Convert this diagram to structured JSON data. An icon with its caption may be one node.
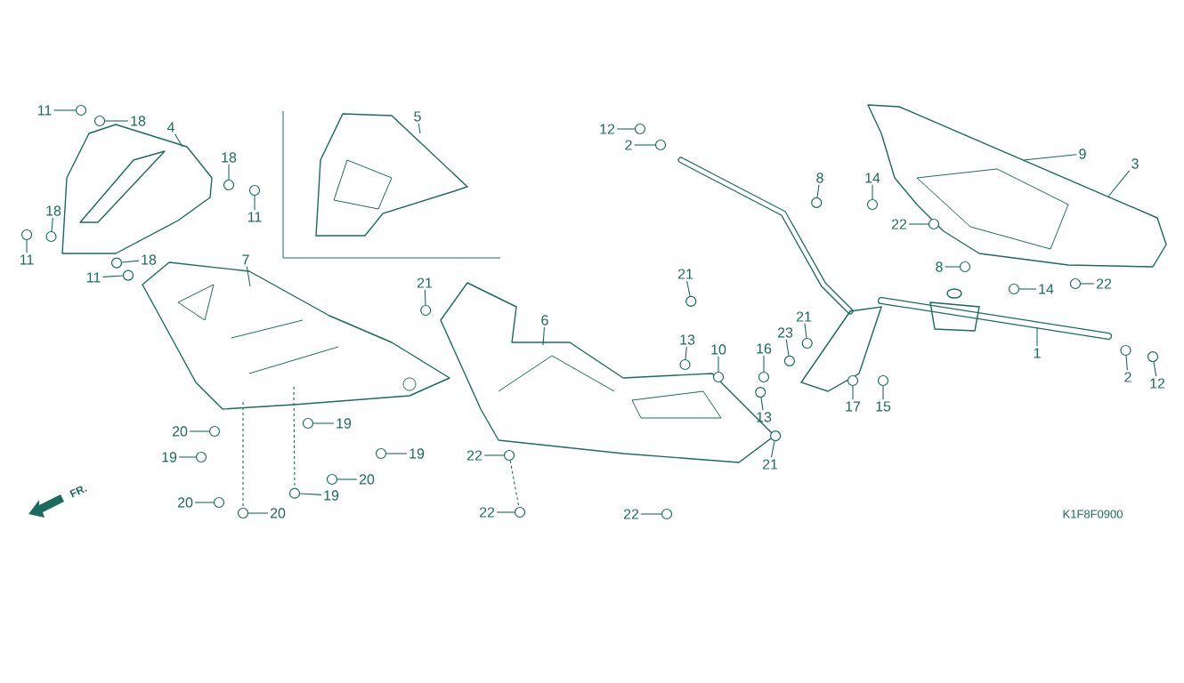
{
  "diagram": {
    "nodes": [
      {
        "text": [
          "11"
        ]
      },
      {
        "text": [
          "18"
        ]
      },
      {
        "text": [
          "4"
        ]
      },
      {
        "text": [
          "18"
        ]
      },
      {
        "text": [
          "11"
        ]
      },
      {
        "text": [
          "18"
        ]
      },
      {
        "text": [
          "11"
        ]
      },
      {
        "text": [
          "18"
        ]
      },
      {
        "text": [
          "11"
        ]
      },
      {
        "text": [
          "5"
        ]
      },
      {
        "text": [
          "7"
        ]
      },
      {
        "text": [
          "12"
        ]
      },
      {
        "text": [
          "2"
        ]
      },
      {
        "text": [
          "8"
        ]
      },
      {
        "text": [
          "14"
        ]
      },
      {
        "text": [
          "9"
        ]
      },
      {
        "text": [
          "3"
        ]
      },
      {
        "text": [
          "22"
        ]
      },
      {
        "text": [
          "8"
        ]
      },
      {
        "text": [
          "14"
        ]
      },
      {
        "text": [
          "22"
        ]
      },
      {
        "text": [
          "21"
        ]
      },
      {
        "text": [
          "21"
        ]
      },
      {
        "text": [
          "6"
        ]
      },
      {
        "text": [
          "21"
        ]
      },
      {
        "text": [
          "23"
        ]
      },
      {
        "text": [
          "13"
        ]
      },
      {
        "text": [
          "10"
        ]
      },
      {
        "text": [
          "16"
        ]
      },
      {
        "text": [
          "1"
        ]
      },
      {
        "text": [
          "2"
        ]
      },
      {
        "text": [
          "12"
        ]
      },
      {
        "text": [
          "13"
        ]
      },
      {
        "text": [
          "17"
        ]
      },
      {
        "text": [
          "15"
        ]
      },
      {
        "text": [
          "21"
        ]
      },
      {
        "text": [
          "20"
        ]
      },
      {
        "text": [
          "19"
        ]
      },
      {
        "text": [
          "19"
        ]
      },
      {
        "text": [
          "19"
        ]
      },
      {
        "text": [
          "22"
        ]
      },
      {
        "text": [
          "20"
        ]
      },
      {
        "text": [
          "19"
        ]
      },
      {
        "text": [
          "20"
        ]
      },
      {
        "text": [
          "20"
        ]
      },
      {
        "text": [
          "22"
        ]
      },
      {
        "text": [
          "22"
        ]
      },
      {
        "text": [],
        "shape": "circle"
      },
      {
        "text": [],
        "shape": "circle"
      },
      {
        "text": [],
        "shape": "circle"
      },
      {
        "text": [],
        "shape": "circle"
      },
      {
        "text": [],
        "shape": "circle"
      },
      {
        "text": [],
        "shape": "circle"
      },
      {
        "text": [],
        "shape": "circle"
      },
      {
        "text": [],
        "shape": "circle"
      },
      {
        "text": [],
        "shape": "circle"
      },
      {
        "text": [],
        "shape": "circle"
      },
      {
        "text": [],
        "shape": "circle"
      },
      {
        "text": [],
        "shape": "circle"
      },
      {
        "text": [],
        "shape": "circle"
      },
      {
        "text": [],
        "shape": "circle"
      },
      {
        "text": [],
        "shape": "circle"
      },
      {
        "text": [],
        "shape": "circle"
      },
      {
        "text": [],
        "shape": "circle"
      },
      {
        "text": [],
        "shape": "circle"
      },
      {
        "text": [],
        "shape": "circle"
      },
      {
        "text": [],
        "shape": "circle"
      },
      {
        "text": [],
        "shape": "circle"
      },
      {
        "text": [],
        "shape": "circle"
      },
      {
        "text": [],
        "shape": "circle"
      },
      {
        "text": [],
        "shape": "circle"
      },
      {
        "text": [],
        "shape": "circle"
      },
      {
        "text": [],
        "shape": "circle"
      },
      {
        "text": [],
        "shape": "circle"
      },
      {
        "text": [],
        "shape": "circle"
      },
      {
        "text": [],
        "shape": "circle"
      },
      {
        "text": [],
        "shape": "circle"
      },
      {
        "text": [],
        "shape": "circle"
      },
      {
        "text": [],
        "shape": "circle"
      },
      {
        "text": [],
        "shape": "circle"
      },
      {
        "text": [],
        "shape": "circle"
      },
      {
        "text": [],
        "shape": "circle"
      },
      {
        "text": [],
        "shape": "circle"
      },
      {
        "text": [],
        "shape": "circle"
      },
      {
        "text": [],
        "shape": "circle"
      },
      {
        "text": [],
        "shape": "circle"
      },
      {
        "text": [],
        "shape": "circle"
      }
    ],
    "edges": [
      {
        "from": 0,
        "to": 47,
        "arrow": "none"
      },
      {
        "from": 1,
        "to": 48,
        "arrow": "none"
      },
      {
        "from": 2,
        "to": null,
        "arrow": "none"
      },
      {
        "from": 3,
        "to": 49,
        "arrow": "none"
      },
      {
        "from": 4,
        "to": 50,
        "arrow": "none"
      },
      {
        "from": 5,
        "to": 51,
        "arrow": "none"
      },
      {
        "from": 6,
        "to": 52,
        "arrow": "none"
      },
      {
        "from": 7,
        "to": 53,
        "arrow": "none"
      },
      {
        "from": 8,
        "to": 54,
        "arrow": "none"
      },
      {
        "from": 9,
        "to": null,
        "arrow": "none"
      },
      {
        "from": 10,
        "to": null,
        "arrow": "none"
      },
      {
        "from": 11,
        "to": 55,
        "arrow": "none"
      },
      {
        "from": 12,
        "to": 56,
        "arrow": "none"
      },
      {
        "from": 13,
        "to": 57,
        "arrow": "none"
      },
      {
        "from": 14,
        "to": 58,
        "arrow": "none"
      },
      {
        "from": 15,
        "to": null,
        "arrow": "none"
      },
      {
        "from": 16,
        "to": null,
        "arrow": "none"
      },
      {
        "from": 17,
        "to": 59,
        "arrow": "none"
      },
      {
        "from": 18,
        "to": 60,
        "arrow": "none"
      },
      {
        "from": 19,
        "to": 61,
        "arrow": "none"
      },
      {
        "from": 20,
        "to": 62,
        "arrow": "none"
      },
      {
        "from": 21,
        "to": 63,
        "arrow": "none"
      },
      {
        "from": 22,
        "to": 64,
        "arrow": "none"
      },
      {
        "from": 23,
        "to": null,
        "arrow": "none"
      },
      {
        "from": 24,
        "to": 65,
        "arrow": "none"
      },
      {
        "from": 25,
        "to": 66,
        "arrow": "none"
      },
      {
        "from": 26,
        "to": 67,
        "arrow": "none"
      },
      {
        "from": 27,
        "to": 68,
        "arrow": "none"
      },
      {
        "from": 28,
        "to": 69,
        "arrow": "none"
      },
      {
        "from": 29,
        "to": null,
        "arrow": "none"
      },
      {
        "from": 30,
        "to": 70,
        "arrow": "none"
      },
      {
        "from": 31,
        "to": 71,
        "arrow": "none"
      },
      {
        "from": 32,
        "to": 72,
        "arrow": "none"
      },
      {
        "from": 33,
        "to": 73,
        "arrow": "none"
      },
      {
        "from": 34,
        "to": 74,
        "arrow": "none"
      },
      {
        "from": 35,
        "to": 75,
        "arrow": "none"
      },
      {
        "from": 36,
        "to": 76,
        "arrow": "none"
      },
      {
        "from": 37,
        "to": 77,
        "arrow": "none"
      },
      {
        "from": 38,
        "to": 78,
        "arrow": "none"
      },
      {
        "from": 39,
        "to": 79,
        "arrow": "none"
      },
      {
        "from": 40,
        "to": 80,
        "arrow": "none"
      },
      {
        "from": 41,
        "to": 81,
        "arrow": "none"
      },
      {
        "from": 42,
        "to": 82,
        "arrow": "none"
      },
      {
        "from": 43,
        "to": 83,
        "arrow": "none"
      },
      {
        "from": 44,
        "to": 84,
        "arrow": "none"
      },
      {
        "from": 45,
        "to": 85,
        "arrow": "none"
      },
      {
        "from": 46,
        "to": 86,
        "arrow": "none"
      },
      {
        "from": null,
        "to": 84,
        "arrow": "none",
        "style": "dashed"
      },
      {
        "from": null,
        "to": 82,
        "arrow": "none",
        "style": "dashed"
      },
      {
        "from": 80,
        "to": 85,
        "arrow": "none",
        "style": "dashed"
      }
    ],
    "labels": [
      "FR.",
      "K1F8F0900"
    ]
  }
}
